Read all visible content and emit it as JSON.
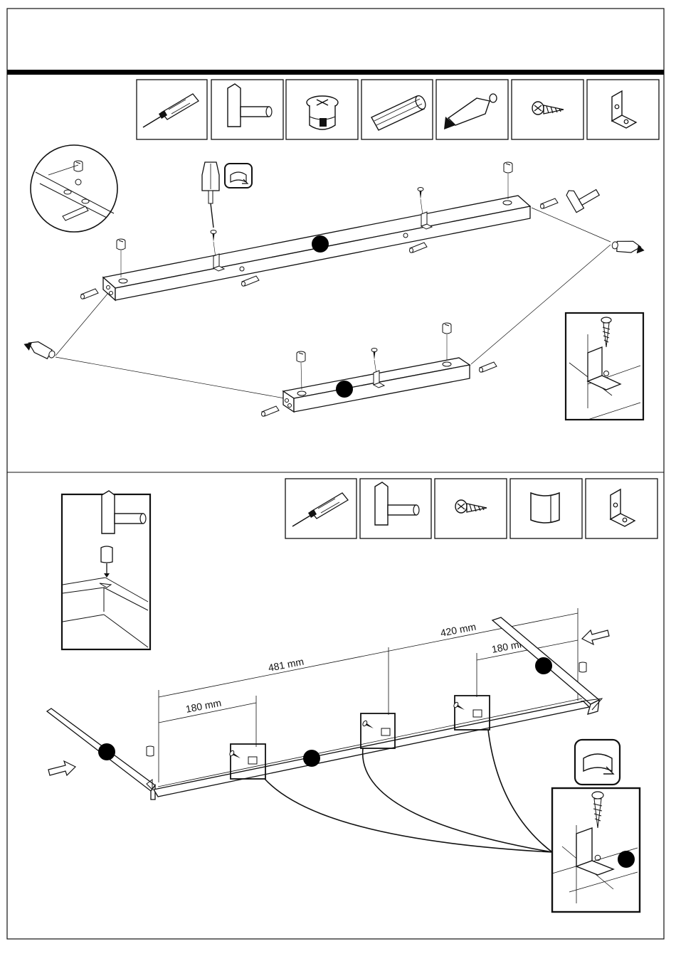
{
  "page": {
    "header_text": "",
    "section_top": {
      "tools": [
        {
          "icon": "screwdriver-icon"
        },
        {
          "icon": "hammer-icon"
        },
        {
          "icon": "cam-lock-icon"
        },
        {
          "icon": "wooden-dowel-icon"
        },
        {
          "icon": "glue-bottle-icon"
        },
        {
          "icon": "screw-icon"
        },
        {
          "icon": "angle-bracket-icon"
        }
      ],
      "part_markers": [
        "",
        ""
      ]
    },
    "section_bottom": {
      "tools": [
        {
          "icon": "screwdriver-icon"
        },
        {
          "icon": "hammer-icon"
        },
        {
          "icon": "screw-icon"
        },
        {
          "icon": "corner-cap-icon"
        },
        {
          "icon": "angle-bracket-icon"
        }
      ],
      "dimensions": {
        "overall_long": "481 mm",
        "overall_short": "420 mm",
        "bracket_left": "180 mm",
        "bracket_right": "180 mm"
      }
    }
  },
  "colors": {
    "ink": "#111111",
    "paper": "#ffffff",
    "marker": "#000000"
  }
}
